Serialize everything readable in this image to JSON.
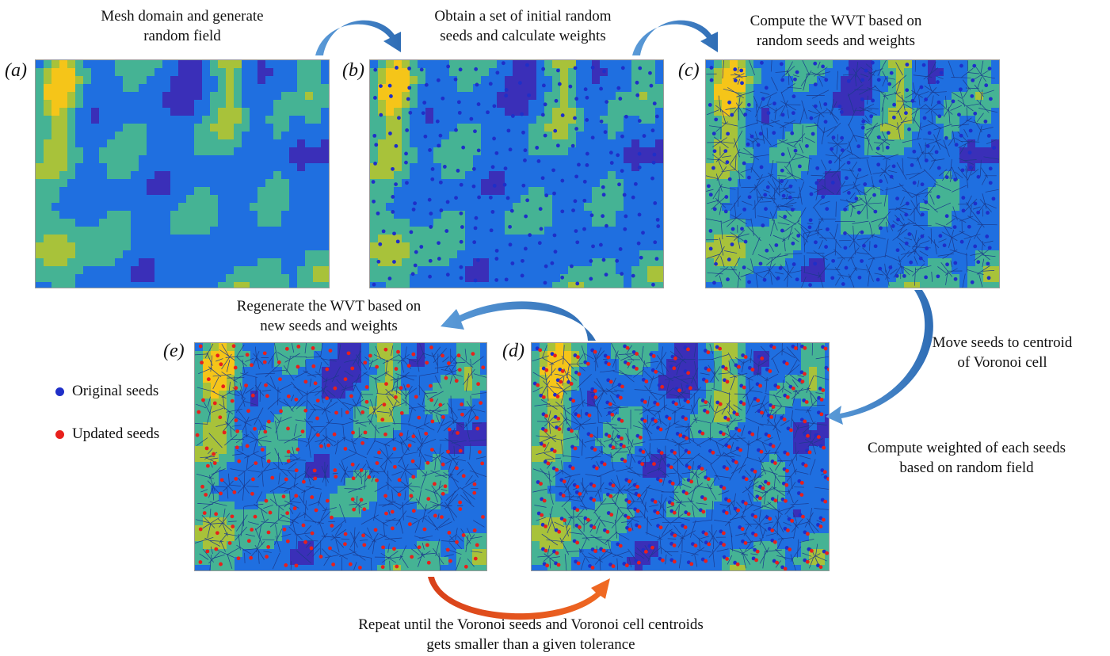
{
  "panels": [
    {
      "id": "a",
      "label": "(a)",
      "caption_lines": [
        "Mesh domain and generate",
        "random field"
      ],
      "voronoi": false,
      "seeds": "none"
    },
    {
      "id": "b",
      "label": "(b)",
      "caption_lines": [
        "Obtain a set of initial random",
        "seeds and calculate weights"
      ],
      "voronoi": false,
      "seeds": "blue"
    },
    {
      "id": "c",
      "label": "(c)",
      "caption_lines": [
        "Compute the WVT based on",
        "random seeds and weights"
      ],
      "voronoi": true,
      "seeds": "blue"
    },
    {
      "id": "d",
      "label": "(d)",
      "voronoi": true,
      "seeds": "both"
    },
    {
      "id": "e",
      "label": "(e)",
      "caption_lines": [
        "Regenerate the WVT based on",
        "new seeds and weights"
      ],
      "voronoi": true,
      "seeds": "red"
    }
  ],
  "side_notes": {
    "move": [
      "Move seeds to centroid",
      "of Voronoi cell"
    ],
    "weight": [
      "Compute weighted of each seeds",
      "based on random field"
    ]
  },
  "bottom_note": [
    "Repeat until the Voronoi seeds and Voronoi cell centroids",
    "gets smaller than a given tolerance"
  ],
  "legend": [
    {
      "label": "Original seeds",
      "color": "#1f2fc8"
    },
    {
      "label": "Updated seeds",
      "color": "#e8201c"
    }
  ],
  "colors": {
    "field_low": "#3a2fb8",
    "field_mid": "#1f6fe0",
    "field_green": "#45b394",
    "field_high": "#f5c519",
    "seed_original": "#1f2fc8",
    "seed_updated": "#e8201c",
    "arrow_blue": "#3d7fc8",
    "arrow_orange": "#e8521a"
  }
}
